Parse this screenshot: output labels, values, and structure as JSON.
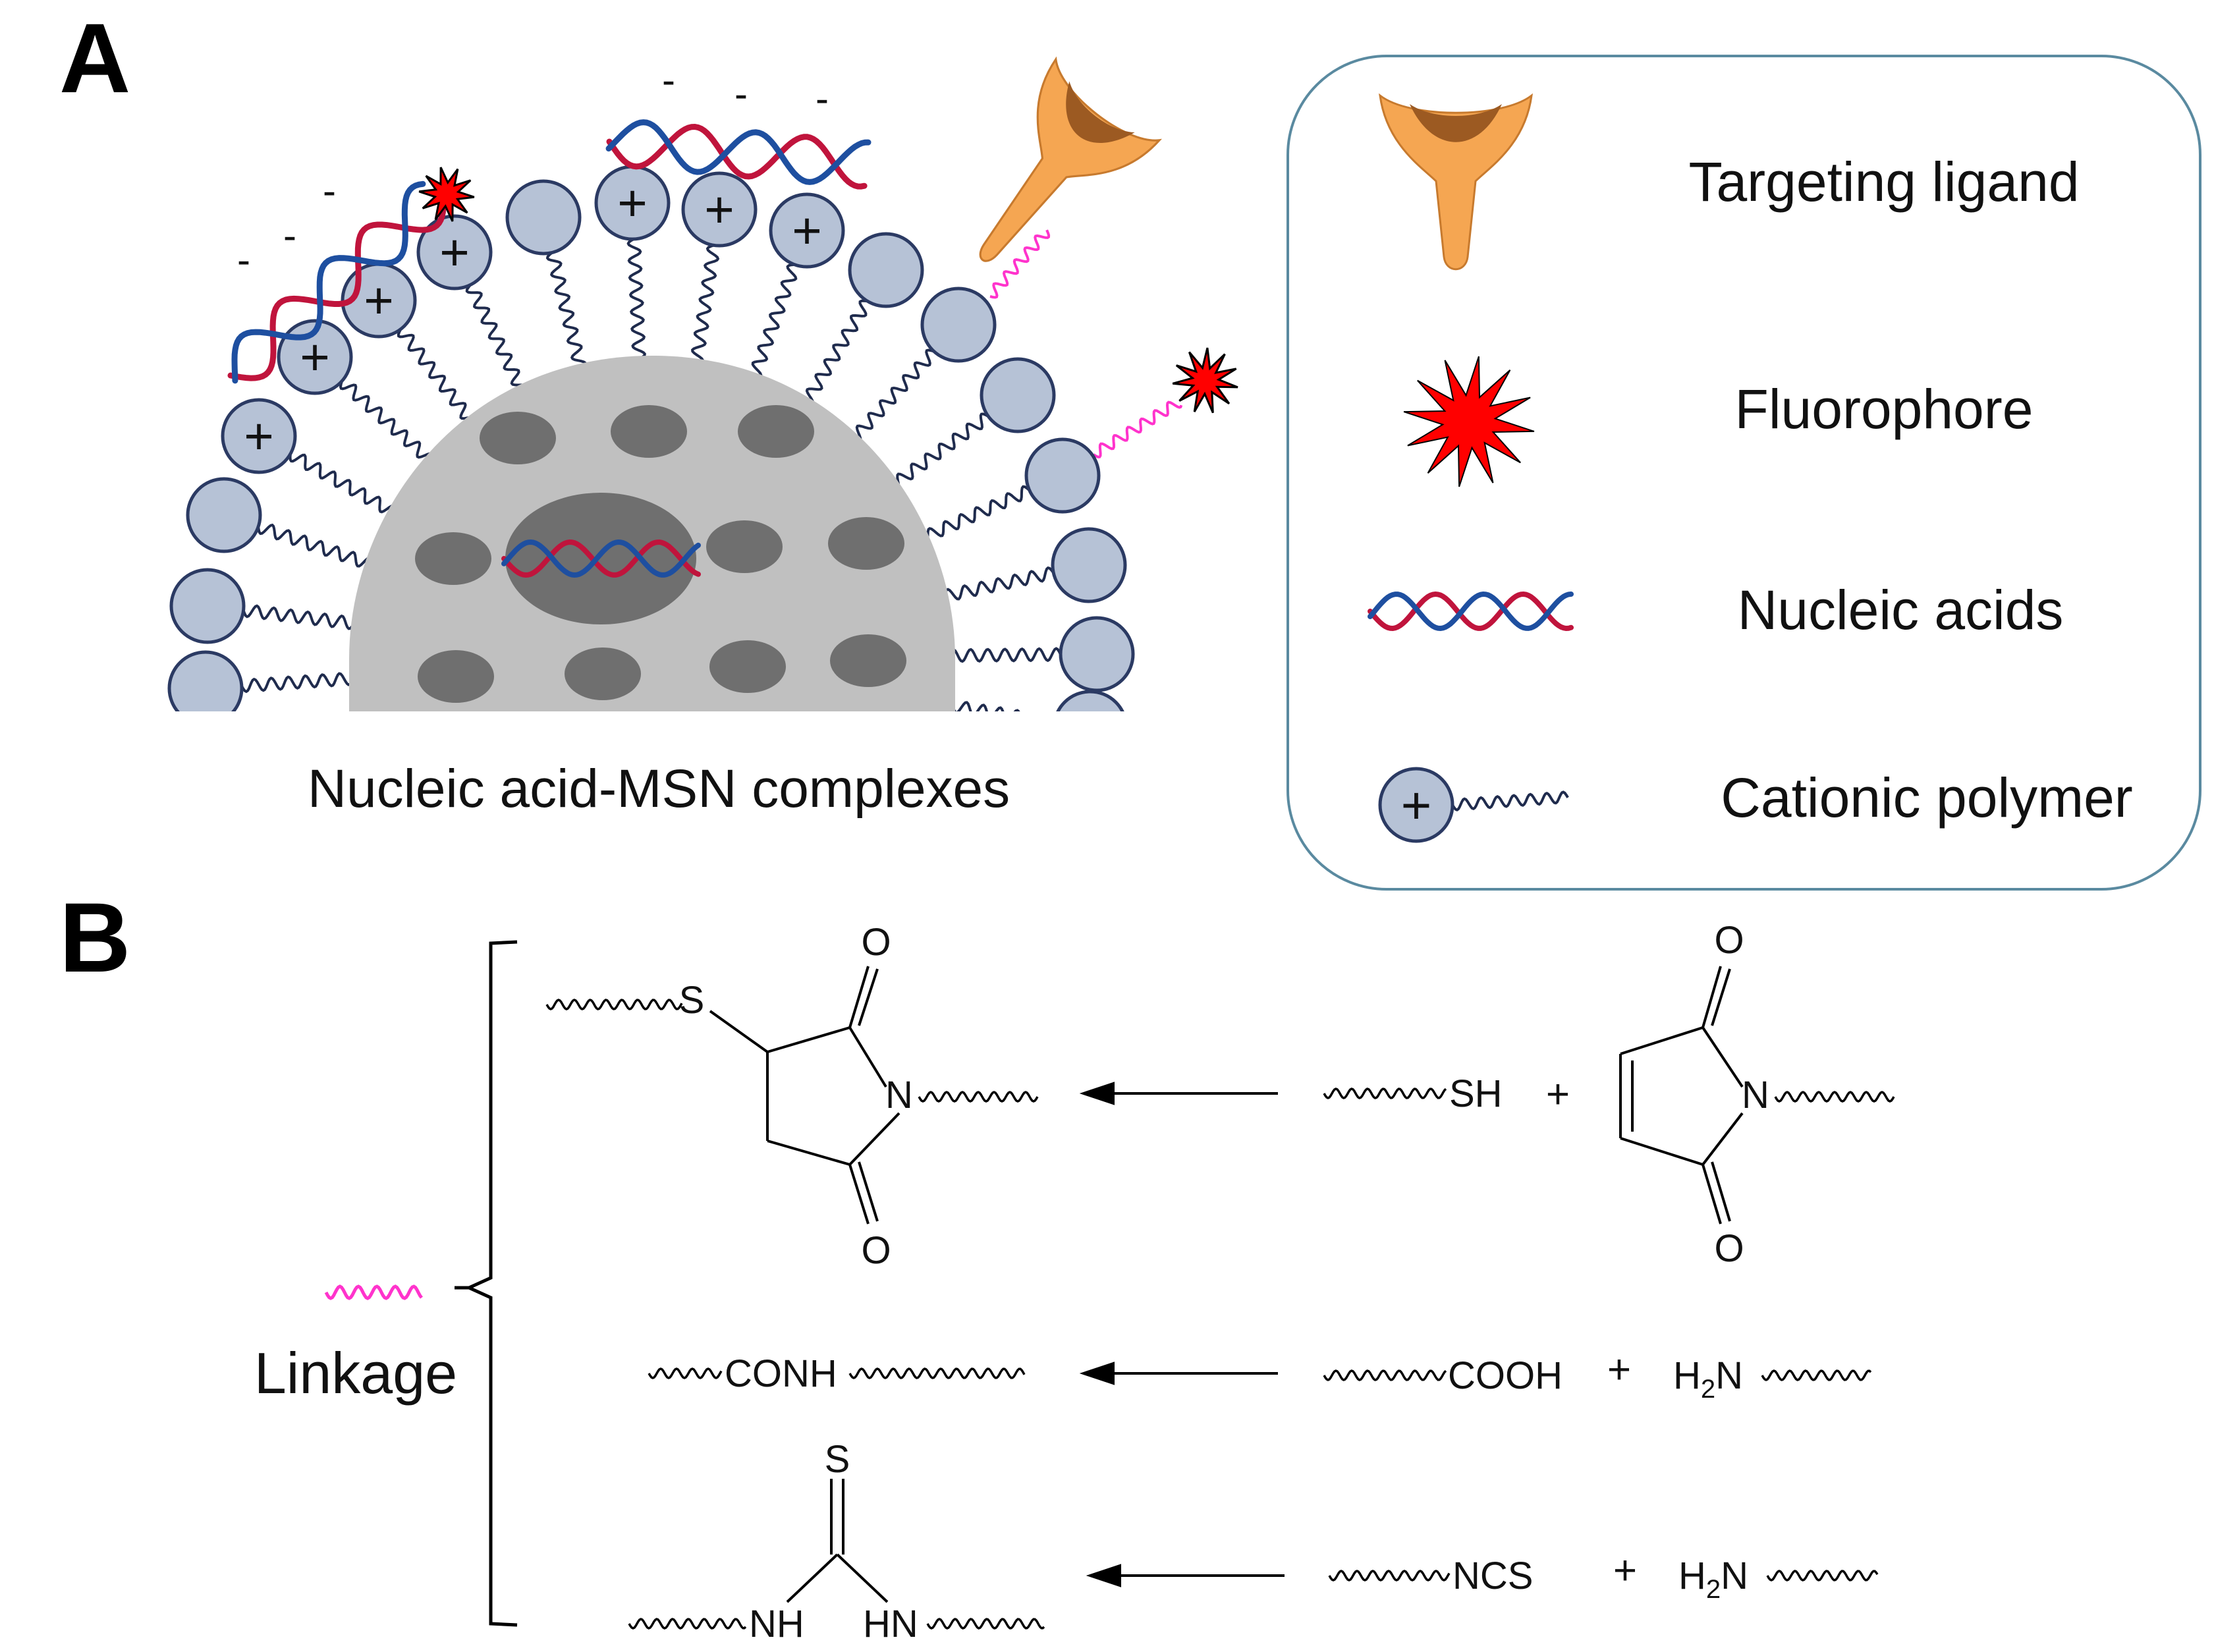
{
  "panel_a": {
    "label": "A",
    "caption": "Nucleic acid-MSN complexes",
    "plus_sign": "+",
    "minus_sign": "-",
    "legend": {
      "items": [
        {
          "key": "ligand",
          "label": "Targeting ligand"
        },
        {
          "key": "fluorophore",
          "label": "Fluorophore"
        },
        {
          "key": "nucleic",
          "label": "Nucleic acids"
        },
        {
          "key": "cationic",
          "label": "Cationic polymer"
        }
      ]
    }
  },
  "panel_b": {
    "label": "B",
    "linkage_label": "Linkage",
    "plus": "+",
    "reactions": {
      "maleimide": {
        "product_s": "S",
        "product_n": "N",
        "product_o_top": "O",
        "product_o_bottom": "O",
        "reactant_thiol": "SH",
        "reactant_n": "N",
        "reactant_o_top": "O",
        "reactant_o_bottom": "O"
      },
      "amide": {
        "product": "CONH",
        "reactant_acid": "COOH",
        "reactant_amine_h": "H",
        "reactant_amine_sub": "2",
        "reactant_amine_n": "N"
      },
      "thiourea": {
        "product_s": "S",
        "product_nh": "NH",
        "product_hn": "HN",
        "reactant_ncs": "NCS",
        "reactant_amine_h": "H",
        "reactant_amine_sub": "2",
        "reactant_amine_n": "N"
      }
    }
  },
  "colors": {
    "silica": "#c0c0c0",
    "pore": "#6f6f6f",
    "bead_fill": "#b6c2d6",
    "bead_stroke": "#2b3a63",
    "chain": "#1f2b4d",
    "linker": "#ff33cc",
    "dna_red": "#c0143c",
    "dna_blue": "#1e4fa0",
    "ligand": "#f5a652",
    "ligand_dark": "#9c5a22",
    "fluorophore": "#ff0000",
    "legend_border": "#5a8aa0",
    "text": "#111111"
  }
}
